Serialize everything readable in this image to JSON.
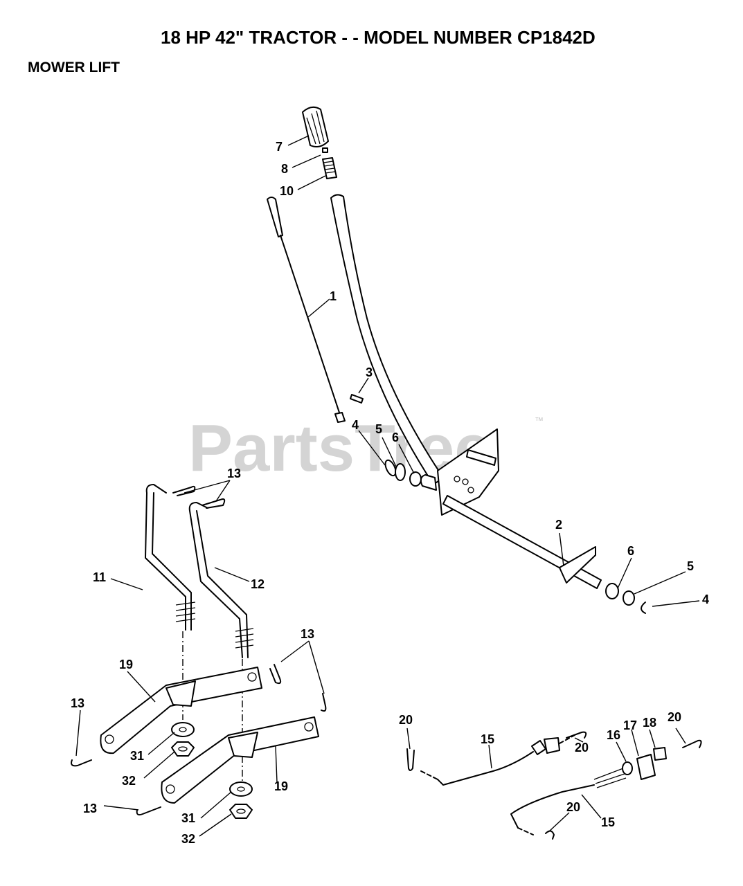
{
  "title": "18 HP 42\" TRACTOR - - MODEL NUMBER CP1842D",
  "subtitle": "MOWER LIFT",
  "watermark": {
    "text": "PartsTree",
    "trademark": "™"
  },
  "callouts": [
    "7",
    "8",
    "10",
    "1",
    "3",
    "4",
    "5",
    "6",
    "13",
    "11",
    "12",
    "2",
    "6",
    "5",
    "4",
    "13",
    "19",
    "13",
    "31",
    "32",
    "19",
    "13",
    "31",
    "32",
    "20",
    "15",
    "20",
    "16",
    "17",
    "18",
    "20",
    "15",
    "20"
  ]
}
